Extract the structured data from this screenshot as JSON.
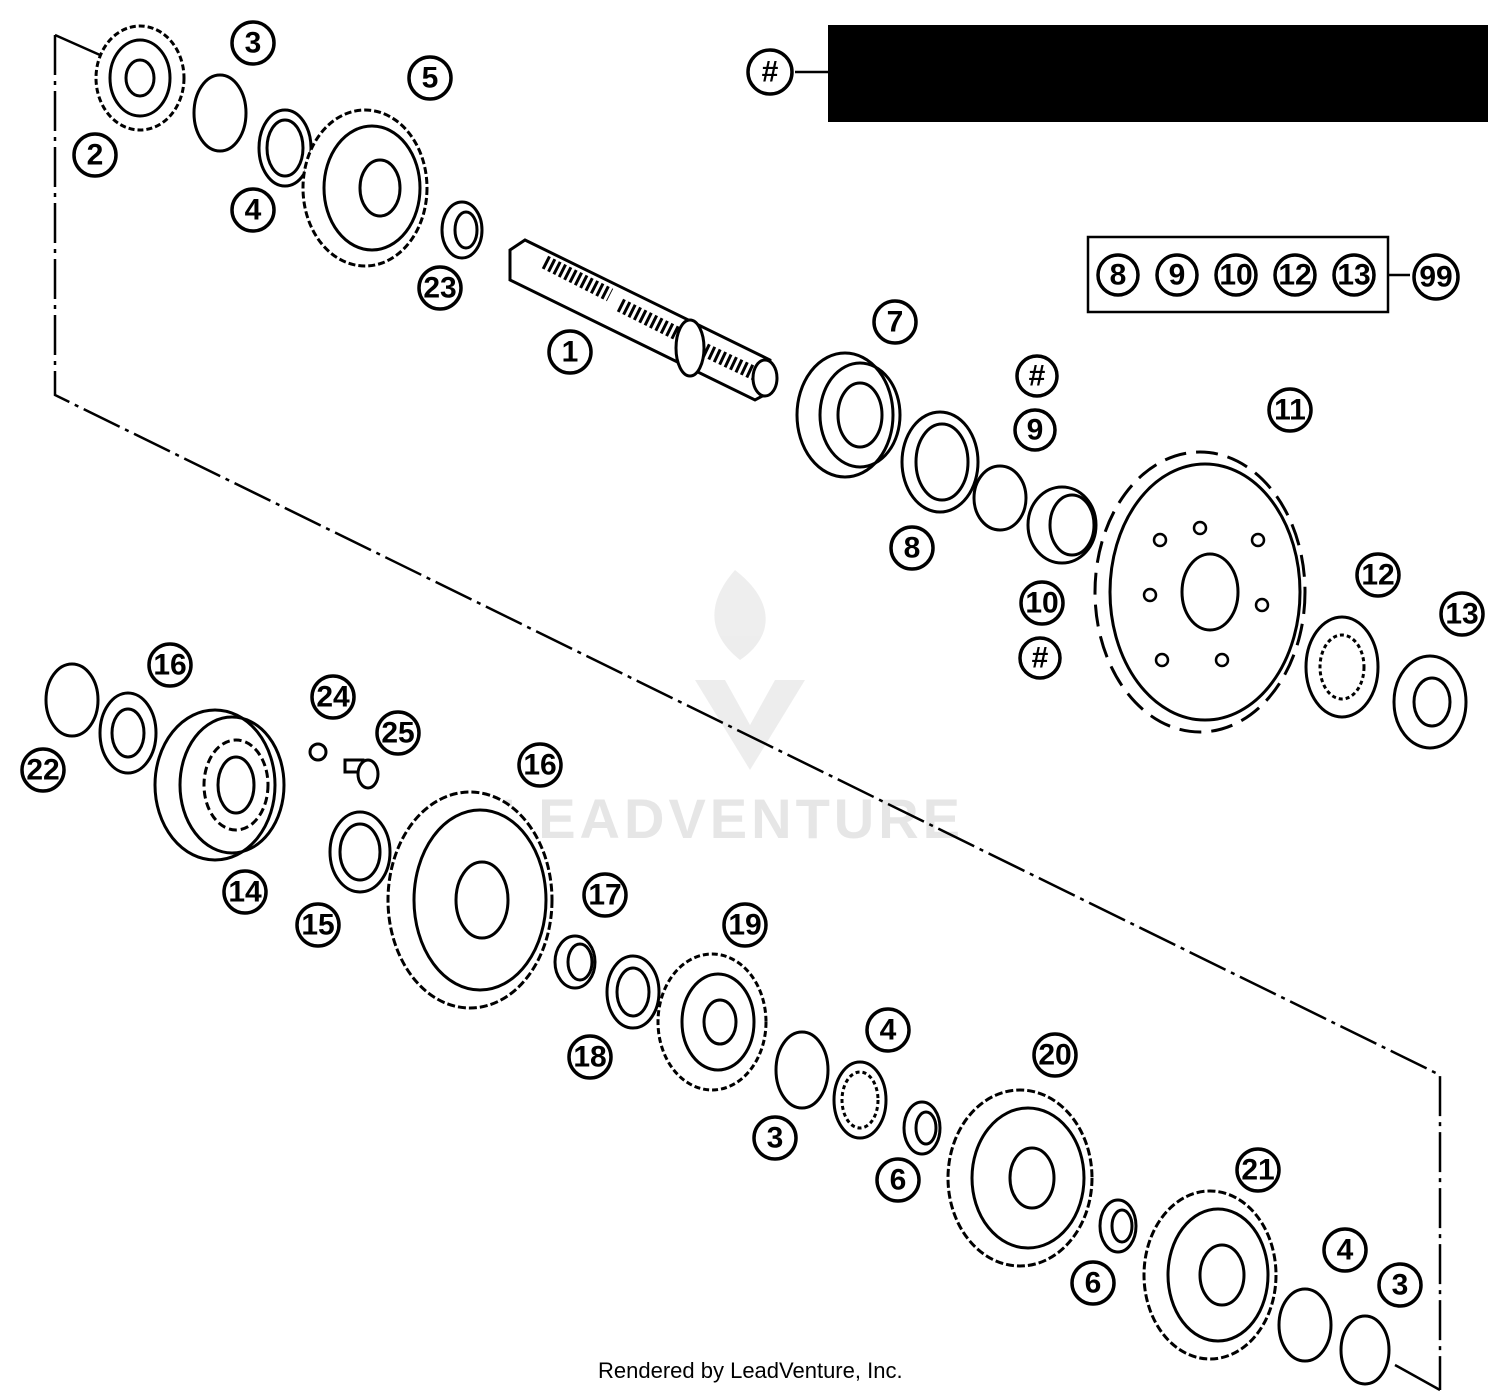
{
  "callouts": {
    "c1": "1",
    "c2": "2",
    "c3a": "3",
    "c4a": "4",
    "c5": "5",
    "c23": "23",
    "c7": "7",
    "c8": "8",
    "c9": "9",
    "c10": "10",
    "c11": "11",
    "c12": "12",
    "c13": "13",
    "chash_a": "#",
    "chash_b": "#",
    "chash_c": "#",
    "c22": "22",
    "c16a": "16",
    "c14": "14",
    "c15": "15",
    "c24": "24",
    "c25": "25",
    "c16b": "16",
    "c17": "17",
    "c18": "18",
    "c19": "19",
    "c3b": "3",
    "c4b": "4",
    "c6a": "6",
    "c20": "20",
    "c6b": "6",
    "c21": "21",
    "c4c": "4",
    "c3c": "3"
  },
  "kit": {
    "items": [
      "8",
      "9",
      "10",
      "12",
      "13"
    ],
    "result": "99"
  },
  "watermark": "LEADVENTURE",
  "credit": "Rendered by LeadVenture, Inc."
}
